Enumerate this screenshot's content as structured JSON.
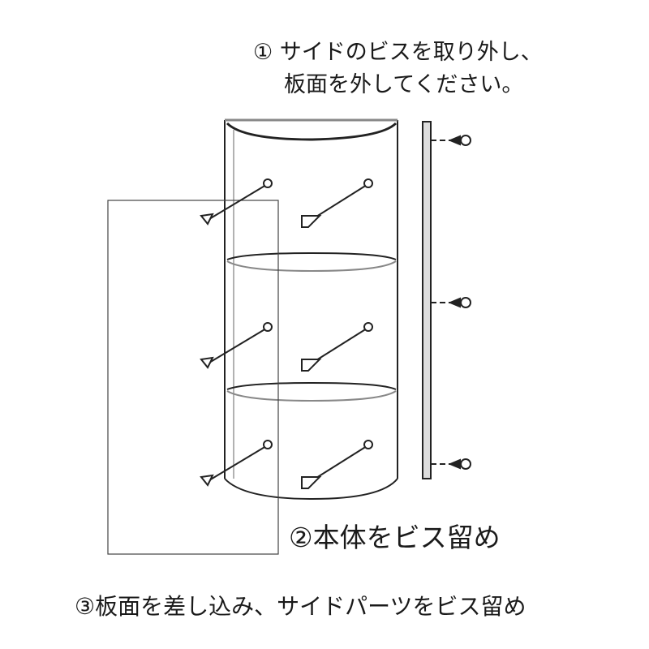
{
  "step1": {
    "line1": "① サイドのビスを取り外し、",
    "line2": "板面を外してください。"
  },
  "step2": {
    "text": "②本体をビス留め"
  },
  "step3": {
    "text": "③板面を差し込み、サイドパーツをビス留め"
  }
}
